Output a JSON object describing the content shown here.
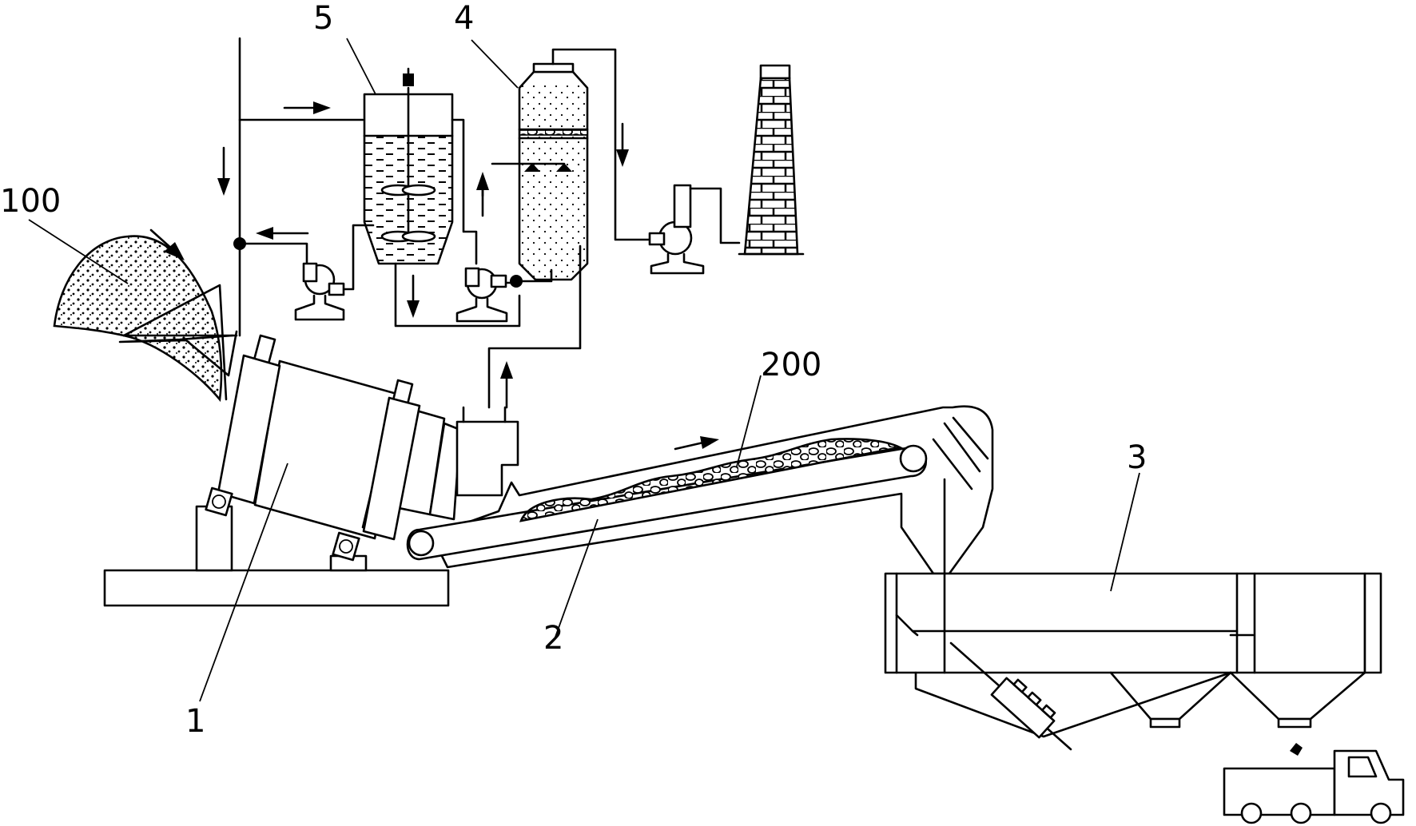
{
  "labels": {
    "drum": "1",
    "conveyor": "2",
    "screen": "3",
    "tower": "4",
    "tank": "5",
    "feed": "100",
    "product": "200"
  }
}
